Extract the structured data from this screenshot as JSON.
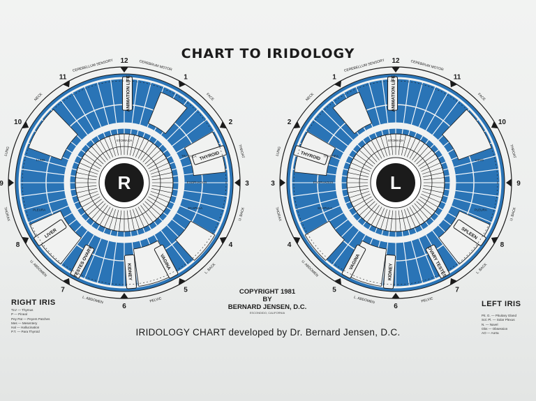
{
  "title": "CHART TO IRIDOLOGY",
  "colors": {
    "blue": "#2a74b6",
    "ink": "#1b1b1b",
    "paper": "#f1f2f1"
  },
  "right_iris": {
    "side_title": "RIGHT IRIS",
    "center_letter": "R",
    "clock_numbers": [
      "12",
      "1",
      "2",
      "3",
      "4",
      "5",
      "6",
      "7",
      "8",
      "9",
      "10",
      "11"
    ],
    "outer_labels": [
      "CEREBELLUM SENSORY",
      "CEREBRUM MOTOR",
      "NECK",
      "FACE",
      "THROAT",
      "U. BACK",
      "L. BACK",
      "PELVIC",
      "L. ABDOMEN",
      "U. ABDOMEN",
      "THORAX",
      "LUNG"
    ],
    "tabs": [
      "THYROID",
      "LIVER",
      "TESTES OVARY",
      "KIDNEY",
      "VAGINA",
      "ANIMATION LIFE"
    ],
    "zone_labels": [
      "STOMACH",
      "LUNG",
      "PLEURA",
      "ESOPHAGUS",
      "TRACHEA",
      "SCAPULA"
    ],
    "legend": [
      "TLV — Thymus",
      "P — Pineal",
      "Pey Pat — Peyers Patches",
      "Mes — Mesentery",
      "Hal — Hallucination",
      "P.T. — Para Thyroid"
    ]
  },
  "left_iris": {
    "side_title": "LEFT IRIS",
    "center_letter": "L",
    "clock_numbers": [
      "12",
      "1",
      "2",
      "3",
      "4",
      "5",
      "6",
      "7",
      "8",
      "9",
      "10",
      "11"
    ],
    "outer_labels": [
      "CEREBRUM MOTOR",
      "CEREBELLUM SENSORY",
      "FACE",
      "NECK",
      "LUNG",
      "THORAX",
      "U. ABDOMEN",
      "L. ABDOMEN",
      "PELVIC",
      "L. BACK",
      "U. BACK",
      "THROAT"
    ],
    "tabs": [
      "THYROID",
      "SPLEEN",
      "OVARY TESTES",
      "KIDNEY",
      "VAGINA",
      "ANIMATION LIFE"
    ],
    "zone_labels": [
      "STOMACH",
      "LUNG",
      "PLEURA",
      "ESOPHAGUS",
      "TRACHEA",
      "SCAPULA"
    ],
    "legend": [
      "Pit. G. — Pituitary Gland",
      "Sol. Pl. — Solar Plexus",
      "N. — Navel",
      "Obs — Obsession",
      "AO — Aorta"
    ]
  },
  "copyright": {
    "line1": "COPYRIGHT 1981",
    "line2": "BY",
    "line3": "BERNARD JENSEN, D.C.",
    "line4": "ESCONDIDO, CALIFORNIA"
  },
  "credit": "IRIDOLOGY CHART developed by Dr. Bernard Jensen, D.C."
}
